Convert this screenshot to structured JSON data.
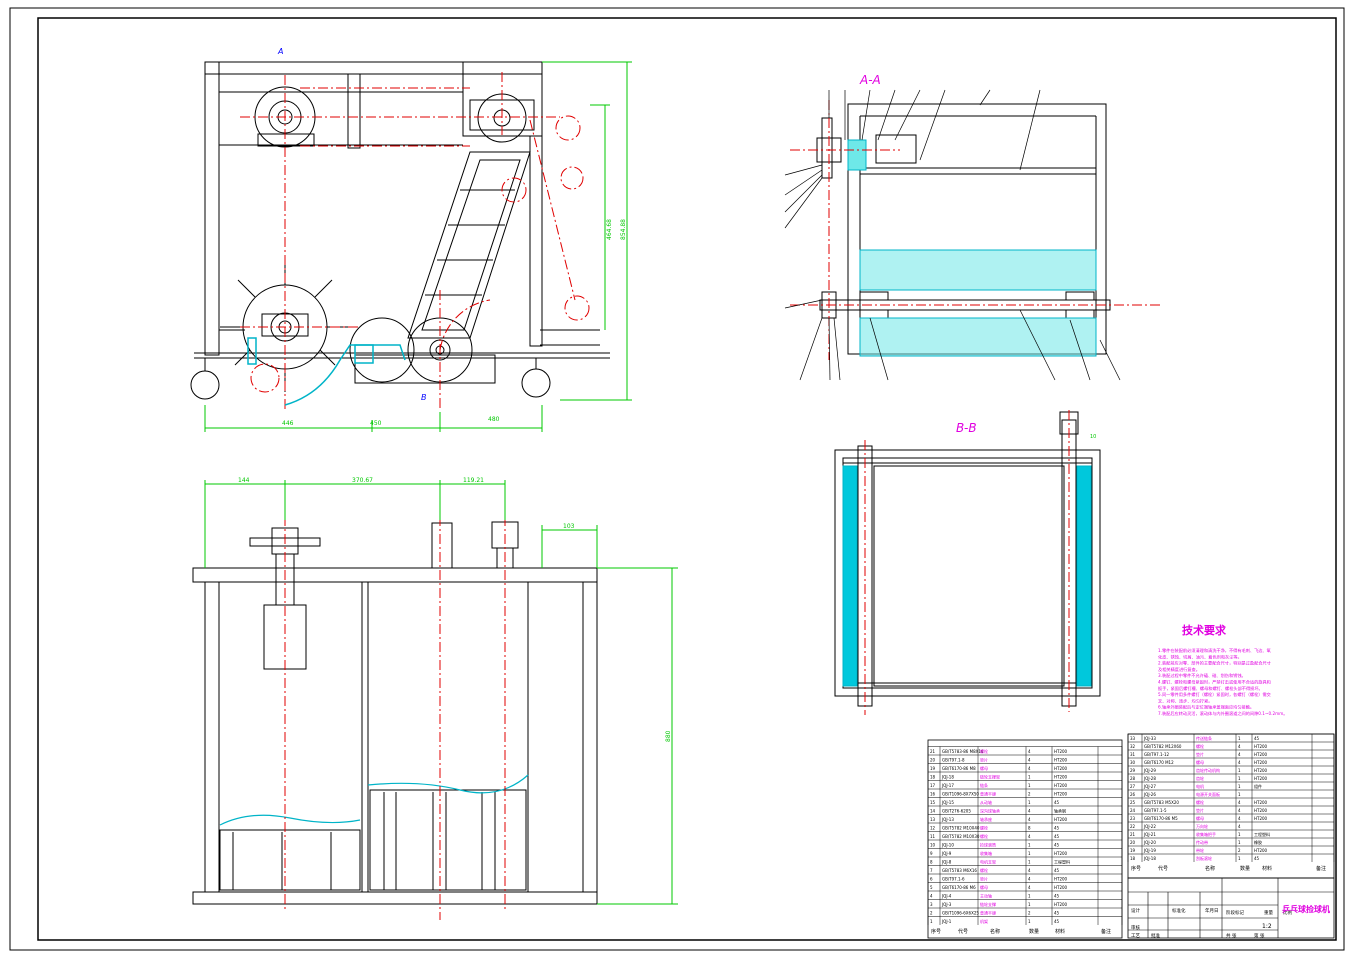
{
  "drawing": {
    "section_a_label": "A-A",
    "section_b_label": "B-B",
    "view_a_marker": "A",
    "view_b_marker": "B",
    "colors": {
      "outline": "#000000",
      "centerline": "#e00000",
      "dimension": "#00c800",
      "cyan": "#00b4c8",
      "title": "#e000e0",
      "hatch": "#6ee8e8"
    }
  },
  "dimensions": {
    "top_bottom_left": "446",
    "top_bottom_mid": "450",
    "top_bottom_right": "480",
    "top_right_inner": "464.68",
    "top_right_outer": "854.88",
    "front_top_1": "144",
    "front_top_2": "370.67",
    "front_top_3": "119.21",
    "front_right_small": "103",
    "front_height": "880",
    "bb_small": "10"
  },
  "tech_requirements": {
    "title": "技术要求",
    "lines": [
      "1.零件在装配前必须清理和清洗干净，不得有毛刺、飞边、氧",
      "化皮、锈蚀、切屑、油污、着色剂和灰尘等。",
      "2.装配前应对零、部件的主要配合尺寸，特别是过盈配合尺寸",
      "及相关精度进行复查。",
      "3.装配过程中零件不允许磕、碰、划伤和锈蚀。",
      "4.螺钉、螺栓和螺母紧固时，严禁打击或使用不合适的旋具和",
      "扳手，紧固后螺钉槽、螺母和螺钉、螺栓头部不得损坏。",
      "5.同一零件用多件螺钉（螺栓）紧固时，各螺钉（螺栓）需交",
      "叉、对称、逐步、均匀拧紧。",
      "6.轴承外圈装配后与定位端轴承盖端面应均匀接触。",
      "7.装配后应转动灵活，滚动体与内外圈滚道之间的间隙0.1~0.2mm。"
    ]
  },
  "title_block": {
    "product_name": "乒乓球捡球机",
    "sheet_scale": "1:2",
    "headers": {
      "seq": "序号",
      "code": "代号",
      "name": "名称",
      "qty": "数量",
      "material": "材料",
      "unit_weight": "单件",
      "total_weight": "总计",
      "weight": "重量",
      "remark": "备注"
    },
    "approvals": {
      "design": "设计",
      "audit": "审核",
      "process": "工艺",
      "standard": "标准化",
      "approve": "批准",
      "date": "年月日",
      "stage_mark": "阶段标记",
      "weight": "重量",
      "scale": "比例",
      "sheets_total": "共 张",
      "sheet_no": "第 张"
    }
  },
  "bom_left": [
    {
      "no": "21",
      "code": "GB/T5783-86 M8X16",
      "name": "螺栓",
      "qty": "4",
      "mat": "HT200"
    },
    {
      "no": "20",
      "code": "GB/T97.1-8",
      "name": "垫片",
      "qty": "4",
      "mat": "HT200"
    },
    {
      "no": "19",
      "code": "GB/T6170-86 M8",
      "name": "螺母",
      "qty": "4",
      "mat": "HT200"
    },
    {
      "no": "18",
      "code": "JQJ-18",
      "name": "链轮支撑架",
      "qty": "1",
      "mat": "HT200"
    },
    {
      "no": "17",
      "code": "JQJ-17",
      "name": "链条",
      "qty": "1",
      "mat": "HT200"
    },
    {
      "no": "16",
      "code": "GB/T1096-8X7X50",
      "name": "普通平键",
      "qty": "2",
      "mat": "HT200"
    },
    {
      "no": "15",
      "code": "JQJ-15",
      "name": "从动轴",
      "qty": "1",
      "mat": "45"
    },
    {
      "no": "14",
      "code": "GB/T276-6205",
      "name": "深沟球轴承",
      "qty": "4",
      "mat": "轴承钢"
    },
    {
      "no": "13",
      "code": "JQJ-13",
      "name": "轴承座",
      "qty": "4",
      "mat": "HT200"
    },
    {
      "no": "12",
      "code": "GB/T5782 M10X40",
      "name": "螺栓",
      "qty": "8",
      "mat": "45"
    },
    {
      "no": "11",
      "code": "GB/T5782 M10X30",
      "name": "螺栓",
      "qty": "4",
      "mat": "45"
    },
    {
      "no": "10",
      "code": "JQJ-10",
      "name": "捡球滚筒",
      "qty": "1",
      "mat": "45"
    },
    {
      "no": "9",
      "code": "JQJ-9",
      "name": "收集箱",
      "qty": "1",
      "mat": "HT200"
    },
    {
      "no": "8",
      "code": "JQJ-8",
      "name": "电机支架",
      "qty": "1",
      "mat": "工程塑料"
    },
    {
      "no": "7",
      "code": "GB/T5783 M6X16",
      "name": "螺栓",
      "qty": "4",
      "mat": "45"
    },
    {
      "no": "6",
      "code": "GB/T97.1-6",
      "name": "垫片",
      "qty": "4",
      "mat": "HT200"
    },
    {
      "no": "5",
      "code": "GB/T6170-86 M6",
      "name": "螺母",
      "qty": "4",
      "mat": "HT200"
    },
    {
      "no": "4",
      "code": "JQJ-4",
      "name": "主动轴",
      "qty": "1",
      "mat": "45"
    },
    {
      "no": "3",
      "code": "JQJ-3",
      "name": "链轮支撑",
      "qty": "1",
      "mat": "HT200"
    },
    {
      "no": "2",
      "code": "GB/T1096-6X6X25",
      "name": "普通平键",
      "qty": "2",
      "mat": "45"
    },
    {
      "no": "1",
      "code": "JQJ-1",
      "name": "机架",
      "qty": "1",
      "mat": "45"
    }
  ],
  "bom_right": [
    {
      "no": "33",
      "code": "JQJ-33",
      "name": "传送链条",
      "qty": "1",
      "mat": "45"
    },
    {
      "no": "32",
      "code": "GB/T5782 M12X60",
      "name": "螺栓",
      "qty": "4",
      "mat": "HT200"
    },
    {
      "no": "31",
      "code": "GB/T97.1-12",
      "name": "垫片",
      "qty": "4",
      "mat": "HT200"
    },
    {
      "no": "30",
      "code": "GB/T6170 M12",
      "name": "螺母",
      "qty": "4",
      "mat": "HT200"
    },
    {
      "no": "29",
      "code": "JQJ-29",
      "name": "齿轮传动机构",
      "qty": "1",
      "mat": "HT200"
    },
    {
      "no": "28",
      "code": "JQJ-28",
      "name": "齿轮",
      "qty": "1",
      "mat": "HT200"
    },
    {
      "no": "27",
      "code": "JQJ-27",
      "name": "电机",
      "qty": "1",
      "mat": "组件"
    },
    {
      "no": "26",
      "code": "JQJ-26",
      "name": "电源开关面板",
      "qty": "1",
      "mat": ""
    },
    {
      "no": "25",
      "code": "GB/T5783 M5X20",
      "name": "螺栓",
      "qty": "4",
      "mat": "HT200"
    },
    {
      "no": "24",
      "code": "GB/T97.1-5",
      "name": "垫片",
      "qty": "4",
      "mat": "HT200"
    },
    {
      "no": "23",
      "code": "GB/T6170-86 M5",
      "name": "螺母",
      "qty": "4",
      "mat": "HT200"
    },
    {
      "no": "22",
      "code": "JQJ-22",
      "name": "万向轮",
      "qty": "4",
      "mat": ""
    },
    {
      "no": "21",
      "code": "JQJ-21",
      "name": "收集箱把手",
      "qty": "1",
      "mat": "工程塑料"
    },
    {
      "no": "20",
      "code": "JQJ-20",
      "name": "传动带",
      "qty": "1",
      "mat": "橡胶"
    },
    {
      "no": "19",
      "code": "JQJ-19",
      "name": "带轮",
      "qty": "2",
      "mat": "HT200"
    },
    {
      "no": "18",
      "code": "JQJ-18",
      "name": "刮板滚轮",
      "qty": "1",
      "mat": "45"
    }
  ]
}
